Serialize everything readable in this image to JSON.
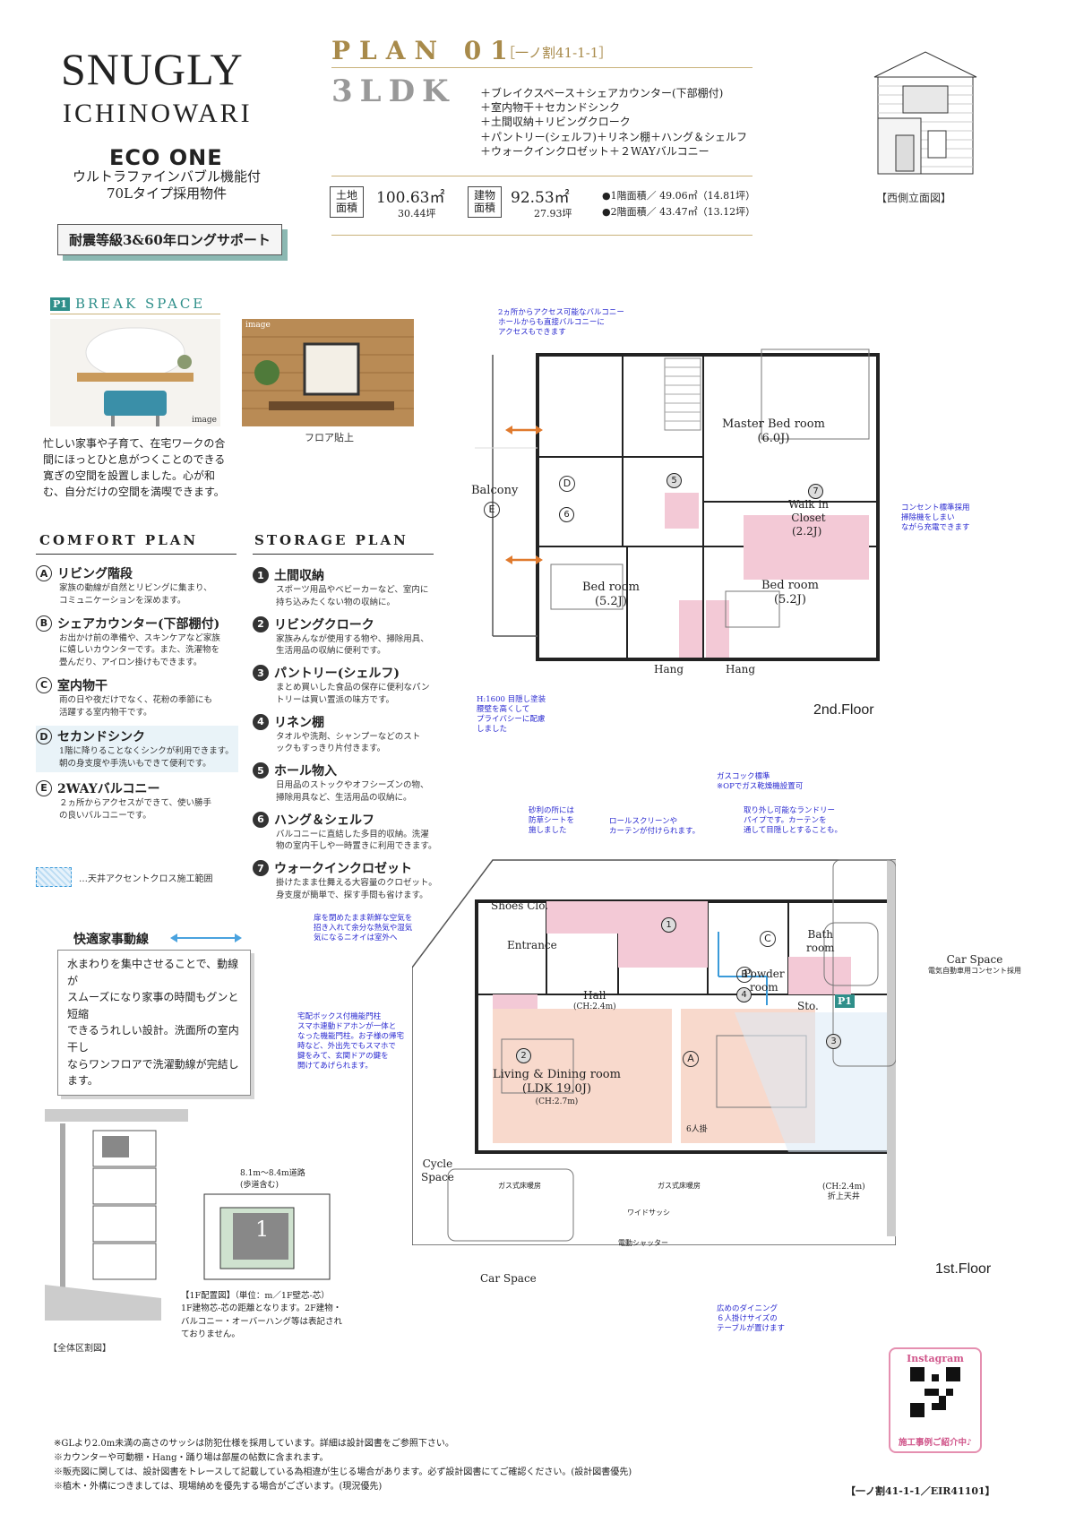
{
  "brand": {
    "title": "SNUGLY",
    "subtitle": "ICHINOWARI",
    "eco": "ECO ONE",
    "ultra_line1": "ウルトラファインバブル機能付",
    "ultra_line2": "70Lタイプ採用物件",
    "seismic": "耐震等級3&60年ロングサポート"
  },
  "plan": {
    "number": "PLAN 01",
    "location": "［一ノ割41-1-1］",
    "layout": "3LDK",
    "features": [
      "＋ブレイクスペース＋シェアカウンター(下部棚付)",
      "＋室内物干＋セカンドシンク",
      "＋土間収納＋リビングクローク",
      "＋パントリー(シェルフ)＋リネン棚＋ハング＆シェルフ",
      "＋ウォークインクロゼット＋２WAYバルコニー"
    ],
    "land_label": "土地\n面積",
    "land_value": "100.63㎡",
    "land_tsubo": "30.44坪",
    "building_label": "建物\n面積",
    "building_value": "92.53㎡",
    "building_tsubo": "27.93坪",
    "floor1_area": "●1階面積／ 49.06㎡（14.81坪）",
    "floor2_area": "●2階面積／ 43.47㎡（13.12坪）",
    "elevation_caption": "【西側立面図】"
  },
  "break_space": {
    "tag": "P1",
    "title": "BREAK SPACE",
    "image_caption": "image",
    "image_caption2": "image",
    "floor_caption": "フロア貼上",
    "description": "忙しい家事や子育て、在宅ワークの合間にほっとひと息がつくことのできる寛ぎの空間を設置しました。心が和む、自分だけの空間を満喫できます。"
  },
  "comfort": {
    "title": "COMFORT PLAN",
    "items": [
      {
        "mark": "A",
        "label": "リビング階段",
        "desc": "家族の動線が自然とリビングに集まり、\nコミュニケーションを深めます。"
      },
      {
        "mark": "B",
        "label": "シェアカウンター(下部棚付)",
        "desc": "お出かけ前の準備や、スキンケアなど家族\nに嬉しいカウンターです。また、洗濯物を\n畳んだり、アイロン掛けもできます。"
      },
      {
        "mark": "C",
        "label": "室内物干",
        "desc": "雨の日や夜だけでなく、花粉の季節にも\n活躍する室内物干です。"
      },
      {
        "mark": "D",
        "label": "セカンドシンク",
        "desc": "1階に降りることなくシンクが利用できます。\n朝の身支度や手洗いもできて便利です。"
      },
      {
        "mark": "E",
        "label": "2WAYバルコニー",
        "desc": "２ヵ所からアクセスができて、使い勝手\nの良いバルコニーです。"
      }
    ],
    "accent_legend": "…天井アクセントクロス施工範囲"
  },
  "storage": {
    "title": "STORAGE PLAN",
    "items": [
      {
        "mark": "1",
        "label": "土間収納",
        "desc": "スポーツ用品やベビーカーなど、室内に\n持ち込みたくない物の収納に。"
      },
      {
        "mark": "2",
        "label": "リビングクローク",
        "desc": "家族みんなが使用する物や、掃除用具、\n生活用品の収納に便利です。"
      },
      {
        "mark": "3",
        "label": "パントリー(シェルフ)",
        "desc": "まとめ買いした食品の保存に便利なパン\nトリーは買い置派の味方です。"
      },
      {
        "mark": "4",
        "label": "リネン棚",
        "desc": "タオルや洗剤、シャンプーなどのスト\nックもすっきり片付きます。"
      },
      {
        "mark": "5",
        "label": "ホール物入",
        "desc": "日用品のストックやオフシーズンの物、\n掃除用具など、生活用品の収納に。"
      },
      {
        "mark": "6",
        "label": "ハング＆シェルフ",
        "desc": "バルコニーに直結した多目的収納。洗濯\n物の室内干しや一時置きに利用できます。"
      },
      {
        "mark": "7",
        "label": "ウォークインクロゼット",
        "desc": "掛けたまま仕舞える大容量のクロゼット。\n身支度が簡単で、探す手間も省けます。"
      }
    ]
  },
  "route": {
    "title": "快適家事動線",
    "desc": "水まわりを集中させることで、動線が\nスムーズになり家事の時間もグンと短縮\nできるうれしい設計。洗面所の室内干し\nならワンフロアで洗濯動線が完結します。"
  },
  "floor2": {
    "label": "2nd.Floor",
    "balcony": "Balcony",
    "master": "Master Bed room",
    "master_size": "(6.0J)",
    "wic": "Walk in\nCloset",
    "wic_size": "(2.2J)",
    "bed1": "Bed room",
    "bed1_size": "(5.2J)",
    "bed2": "Bed room",
    "bed2_size": "(5.2J)",
    "hang": "Hang",
    "hang2": "Hang",
    "note_balcony": "2ヵ所からアクセス可能なバルコニー\nホールからも直接バルコニーに\nアクセスもできます",
    "note_outlet": "コンセント標準採用\n掃除機をしまい\nながら充電できます",
    "note_h1600": "H:1600 目隠し塗装\n腰壁を高くして\nプライバシーに配慮\nしました"
  },
  "floor1": {
    "label": "1st.Floor",
    "shoes": "Shoes Clo.",
    "entrance": "Entrance",
    "hall": "Hall",
    "hall_ch": "(CH:2.4m)",
    "ldk": "Living & Dining room",
    "ldk_size": "(LDK 19.0J)",
    "ldk_ch": "(CH:2.7m)",
    "bath": "Bath\nroom",
    "powder": "Powder\nroom",
    "sto": "Sto.",
    "cycle": "Cycle\nSpace",
    "car1": "Car Space",
    "car1_note": "電気自動車用コンセント採用",
    "car2": "Car Space",
    "kitchen_ch": "(CH:2.4m)\n折上天井",
    "table": "6人掛",
    "heater1": "ガス式床暖房",
    "heater2": "ガス式床暖房",
    "sash": "ワイドサッシ",
    "shutter": "電動シャッター",
    "note_gas": "ガスコック標準\n※OPでガス乾燥機設置可",
    "note_gravel": "砂利の所には\n防草シートを\n施しました",
    "note_roll": "ロールスクリーンや\nカーテンが付けられます。",
    "note_pipe": "取り外し可能なランドリー\nパイプです。カーテンを\n通して目隠しとすることも。",
    "note_air": "扉を閉めたまま新鮮な空気を\n招き入れて余分な熱気や湿気\n気になるニオイは室外へ",
    "note_box": "宅配ボックス付機能門柱\nスマホ連動ドアホンが一体と\nなった機能門柱。お子様の帰宅\n時など、外出先でもスマホで\n鍵をみて、玄関ドアの鍵を\n開けてあげられます。",
    "note_dining": "広めのダイニング\n６人掛けサイズの\nテーブルが置けます"
  },
  "site": {
    "road": "8.1m～8.4m道路",
    "road2": "(歩道含む)",
    "caption": "【1F配置図】（単位：m／1F壁芯-芯）",
    "note": "1F建物芯-芯の距離となります。2F建物・\nバルコニー・オーバーハング等は表記され\nておりません。",
    "overall": "【全体区割図】",
    "lot": "1"
  },
  "instagram": {
    "title": "Instagram",
    "caption": "施工事例ご紹介中♪"
  },
  "footer": {
    "notes": [
      "※GLより2.0m未満の高さのサッシは防犯仕様を採用しています。詳細は設計図書をご参照下さい。",
      "※カウンターや可動棚・Hang・踊り場は部屋の帖数に含まれます。",
      "※販売図に関しては、設計図書をトレースして記載している為相違が生じる場合があります。必ず設計図書にてご確認ください。(設計図書優先)",
      "※植木・外構につきましては、現場納めを優先する場合がございます。(現況優先)"
    ],
    "code": "【一ノ割41-1-1／EIR41101】"
  },
  "colors": {
    "gold": "#a88a4a",
    "teal": "#2f8f8a",
    "pink": "#f3c9d6",
    "salmon": "#f8d9cc",
    "blue": "#2a2ad0"
  }
}
